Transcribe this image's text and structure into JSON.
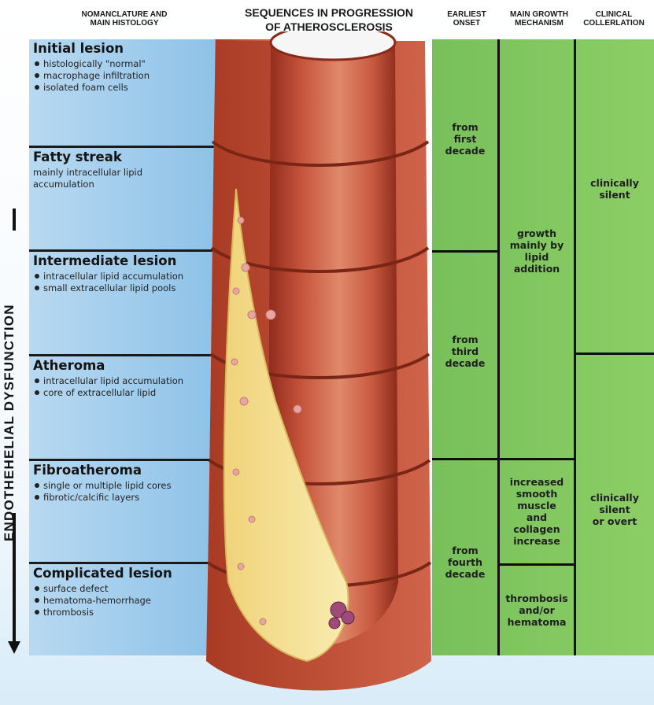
{
  "headers": {
    "col1": "NOMANCLATURE AND\nMAIN HISTOLOGY",
    "col2": "SEQUENCES IN PROGRESSION\nOF ATHEROSCLEROSIS",
    "col3": "EARLIEST\nONSET",
    "col4": "MAIN GROWTH\nMECHANISM",
    "col5": "CLINICAL\nCOLLERLATION"
  },
  "side_label": "ENDOTHEHELIAL   DYSFUNCTION",
  "stages": [
    {
      "name": "Initial lesion",
      "items": [
        "histologically \"normal\"",
        "macrophage infiltration",
        "isolated foam cells"
      ],
      "bulleted": true
    },
    {
      "name": "Fatty streak",
      "items": [
        "mainly intracellular lipid",
        "accumulation"
      ],
      "bulleted": false
    },
    {
      "name": "Intermediate lesion",
      "items": [
        "intracellular lipid accumulation",
        "small extracellular lipid pools"
      ],
      "bulleted": true
    },
    {
      "name": "Atheroma",
      "items": [
        "intracellular lipid accumulation",
        "core of extracellular lipid"
      ],
      "bulleted": true
    },
    {
      "name": "Fibroatheroma",
      "items": [
        "single or multiple lipid cores",
        "fibrotic/calcific layers"
      ],
      "bulleted": true
    },
    {
      "name": "Complicated lesion",
      "items": [
        "surface defect",
        "hematoma-hemorrhage",
        "thrombosis"
      ],
      "bulleted": true
    }
  ],
  "onset": [
    "from\nfirst\ndecade",
    "from\nthird\ndecade",
    "from\nfourth\ndecade"
  ],
  "growth": [
    "growth\nmainly by\nlipid\naddition",
    "increased\nsmooth\nmuscle\nand\ncollagen\nincrease",
    "thrombosis\nand/or\nhematoma"
  ],
  "clinical": [
    "clinically\nsilent",
    "clinically\nsilent\nor overt"
  ],
  "colors": {
    "stage_blue": "#9ccbee",
    "green": "#82c760",
    "artery_wall": "#c9533a",
    "lipid": "#f4df8a",
    "divider": "#111111"
  }
}
